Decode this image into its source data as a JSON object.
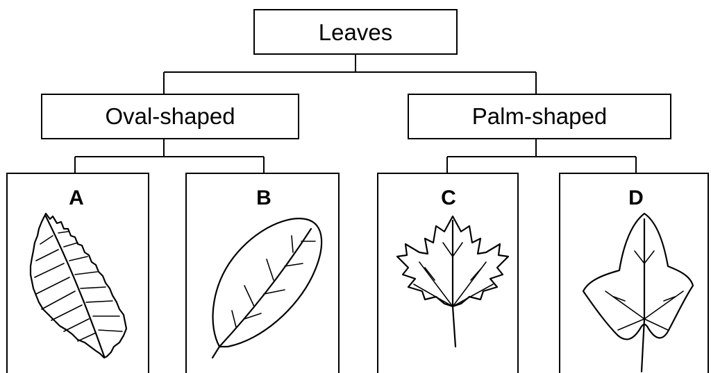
{
  "root": {
    "label": "Leaves"
  },
  "categories": [
    {
      "label": "Oval-shaped"
    },
    {
      "label": "Palm-shaped"
    }
  ],
  "leaves": [
    {
      "letter": "A",
      "icon": "serrated-oval-leaf-icon"
    },
    {
      "letter": "B",
      "icon": "smooth-oval-leaf-icon"
    },
    {
      "letter": "C",
      "icon": "maple-leaf-icon"
    },
    {
      "letter": "D",
      "icon": "ivy-leaf-icon"
    }
  ]
}
